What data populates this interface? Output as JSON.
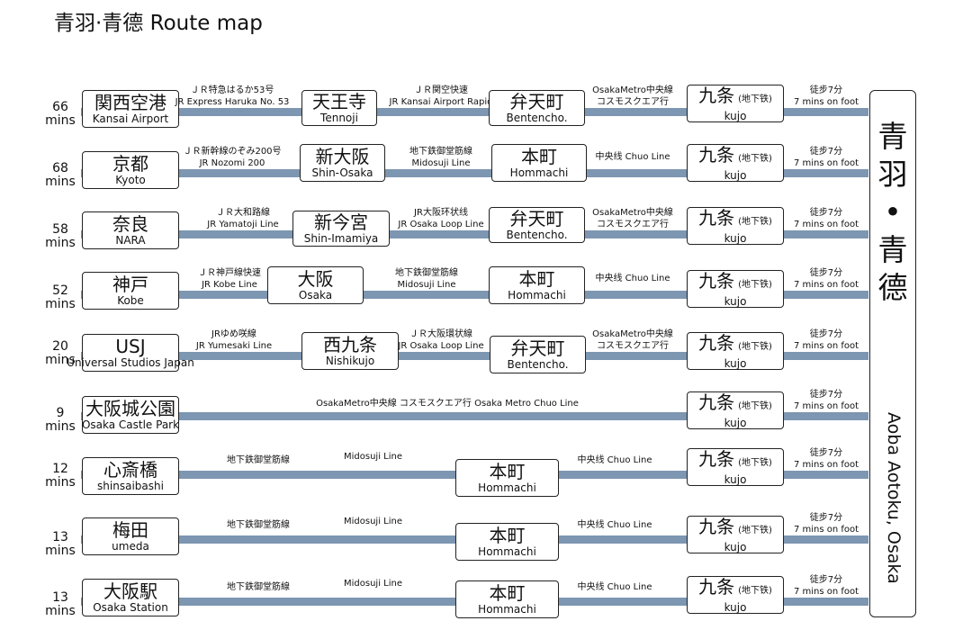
{
  "title": "青羽·青德 Route map",
  "destination": {
    "jp_lines": [
      "青",
      "羽",
      "•",
      "青",
      "德"
    ],
    "en": "Aoba Aotoku, Osaka"
  },
  "rows": [
    {
      "time": "66",
      "unit": "mins",
      "origin": {
        "jp": "関西空港",
        "en": "Kansai Airport"
      },
      "seg1": {
        "jp": "ＪＲ特急はるか53号",
        "en": "JR Express Haruka No. 53"
      },
      "mid1": {
        "jp": "天王寺",
        "en": "Tennoji"
      },
      "seg2": {
        "jp": "ＪＲ関空快速",
        "en": "JR Kansai Airport Rapid"
      },
      "mid2": {
        "jp": "弁天町",
        "en": "Bentencho."
      },
      "seg3": {
        "jp": "OsakaMetro中央線",
        "en": "コスモスクエア行"
      },
      "final": {
        "jp": "九条",
        "tag": "(地下铁)",
        "en": "kujo"
      },
      "walk": {
        "jp": "徒步7分",
        "en": "7 mins on foot"
      }
    },
    {
      "time": "68",
      "unit": "mins",
      "origin": {
        "jp": "京都",
        "en": "Kyoto"
      },
      "seg1": {
        "jp": "ＪＲ新幹線のぞみ200号",
        "en": "JR Nozomi 200"
      },
      "mid1": {
        "jp": "新大阪",
        "en": "Shin-Osaka"
      },
      "seg2": {
        "jp": "地下鉄御堂筋線",
        "en": "Midosuji Line"
      },
      "mid2": {
        "jp": "本町",
        "en": "Hommachi"
      },
      "seg3": {
        "jp": "中央线",
        "en": "Chuo Line"
      },
      "final": {
        "jp": "九条",
        "tag": "(地下铁)",
        "en": "kujo"
      },
      "walk": {
        "jp": "徒步7分",
        "en": "7 mins on foot"
      }
    },
    {
      "time": "58",
      "unit": "mins",
      "origin": {
        "jp": "奈良",
        "en": "NARA"
      },
      "seg1": {
        "jp": "ＪＲ大和路線",
        "en": "JR Yamatoji Line"
      },
      "mid1": {
        "jp": "新今宮",
        "en": "Shin-Imamiya"
      },
      "seg2": {
        "jp": "JR大阪环状线",
        "en": "JR Osaka Loop Line"
      },
      "mid2": {
        "jp": "弁天町",
        "en": "Bentencho."
      },
      "seg3": {
        "jp": "OsakaMetro中央線",
        "en": "コスモスクエア行"
      },
      "final": {
        "jp": "九条",
        "tag": "(地下铁)",
        "en": "kujo"
      },
      "walk": {
        "jp": "徒步7分",
        "en": "7 mins on foot"
      }
    },
    {
      "time": "52",
      "unit": "mins",
      "origin": {
        "jp": "神戸",
        "en": "Kobe"
      },
      "seg1": {
        "jp": "ＪＲ神戸線快速",
        "en": "JR Kobe Line"
      },
      "mid1": {
        "jp": "大阪",
        "en": "Osaka"
      },
      "seg2": {
        "jp": "地下鉄御堂筋線",
        "en": "Midosuji Line"
      },
      "mid2": {
        "jp": "本町",
        "en": "Hommachi"
      },
      "seg3": {
        "jp": "中央线",
        "en": "Chuo Line"
      },
      "final": {
        "jp": "九条",
        "tag": "(地下铁)",
        "en": "kujo"
      },
      "walk": {
        "jp": "徒步7分",
        "en": "7 mins on foot"
      }
    },
    {
      "time": "20",
      "unit": "mins",
      "origin": {
        "jp": "USJ",
        "en": "Universal Studios Japan"
      },
      "seg1": {
        "jp": "JRゆめ咲線",
        "en": "JR Yumesaki Line"
      },
      "mid1": {
        "jp": "西九条",
        "en": "Nishikujo"
      },
      "seg2": {
        "jp": "ＪＲ大阪環状線",
        "en": "JR Osaka Loop Line"
      },
      "mid2": {
        "jp": "弁天町",
        "en": "Bentencho."
      },
      "seg3": {
        "jp": "OsakaMetro中央線",
        "en": "コスモスクエア行"
      },
      "final": {
        "jp": "九条",
        "tag": "(地下铁)",
        "en": "kujo"
      },
      "walk": {
        "jp": "徒步7分",
        "en": "7 mins on foot"
      }
    },
    {
      "time": "9",
      "unit": "mins",
      "origin": {
        "jp": "大阪城公園",
        "en": "Osaka Castle Park"
      },
      "seg1": {
        "jp": "OsakaMetro中央線 コスモスクエア行 Osaka Metro Chuo Line",
        "en": ""
      },
      "final": {
        "jp": "九条",
        "tag": "(地下铁)",
        "en": "kujo"
      },
      "walk": {
        "jp": "徒步7分",
        "en": "7 mins on foot"
      }
    },
    {
      "time": "12",
      "unit": "mins",
      "origin": {
        "jp": "心斎橋",
        "en": "shinsaibashi"
      },
      "seg1": {
        "jp": "地下鉄御堂筋線",
        "en": "Midosuji Line"
      },
      "mid2": {
        "jp": "本町",
        "en": "Hommachi"
      },
      "seg3": {
        "jp": "中央线",
        "en": "Chuo Line"
      },
      "final": {
        "jp": "九条",
        "tag": "(地下铁)",
        "en": "kujo"
      },
      "walk": {
        "jp": "徒步7分",
        "en": "7 mins on foot"
      }
    },
    {
      "time": "13",
      "unit": "mins",
      "origin": {
        "jp": "梅田",
        "en": "umeda"
      },
      "seg1": {
        "jp": "地下鉄御堂筋線",
        "en": "Midosuji Line"
      },
      "mid2": {
        "jp": "本町",
        "en": "Hommachi"
      },
      "seg3": {
        "jp": "中央线",
        "en": "Chuo Line"
      },
      "final": {
        "jp": "九条",
        "tag": "(地下铁)",
        "en": "kujo"
      },
      "walk": {
        "jp": "徒步7分",
        "en": "7 mins on foot"
      }
    },
    {
      "time": "13",
      "unit": "mins",
      "origin": {
        "jp": "大阪駅",
        "en": "Osaka Station"
      },
      "seg1": {
        "jp": "地下鉄御堂筋線",
        "en": "Midosuji Line"
      },
      "mid2": {
        "jp": "本町",
        "en": "Hommachi"
      },
      "seg3": {
        "jp": "中央线",
        "en": "Chuo Line"
      },
      "final": {
        "jp": "九条",
        "tag": "(地下铁)",
        "en": "kujo"
      },
      "walk": {
        "jp": "徒步7分",
        "en": "7 mins on foot"
      }
    }
  ]
}
